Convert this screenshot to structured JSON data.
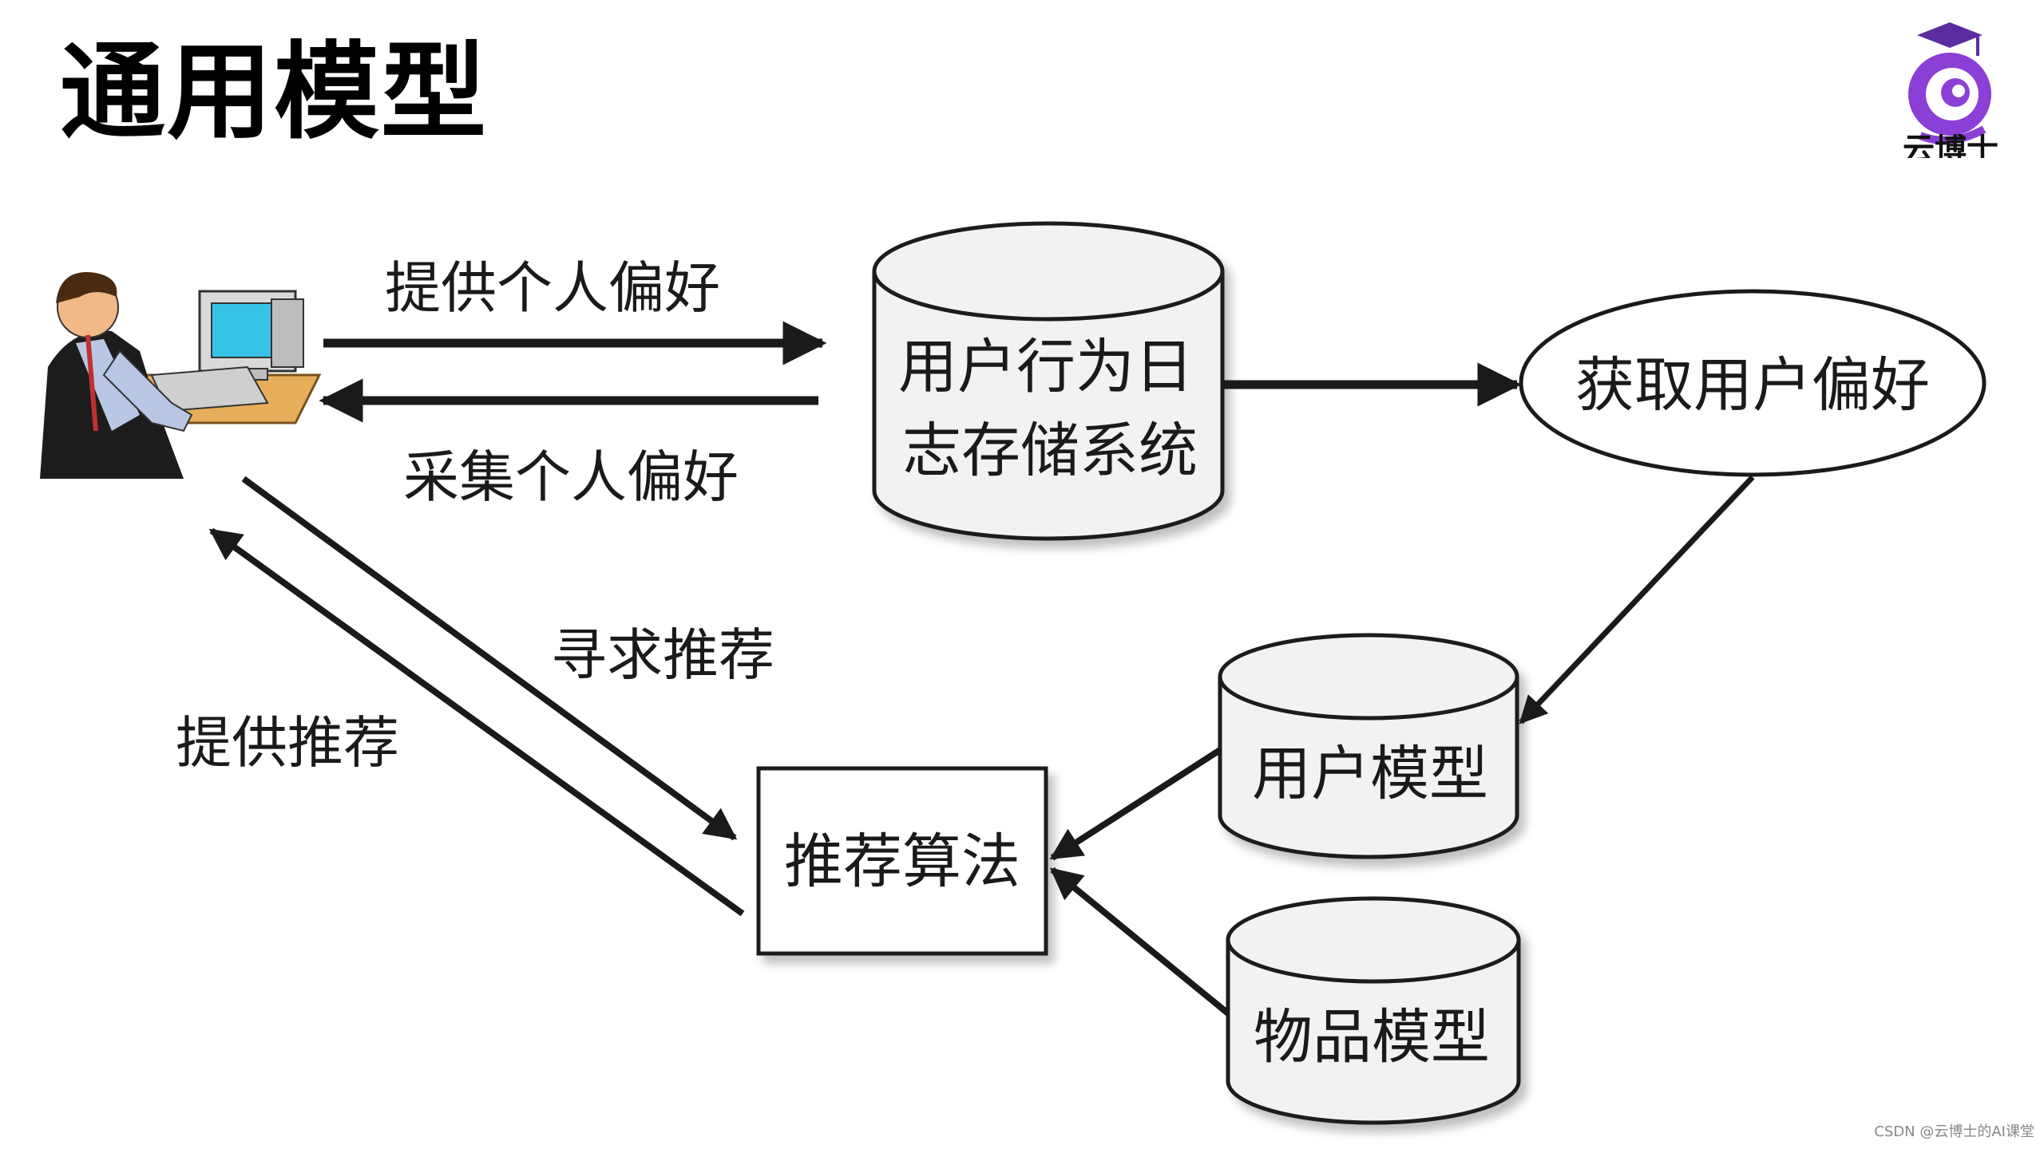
{
  "title": "通用模型",
  "logo": {
    "text": "云博士",
    "colors": {
      "primary": "#8b3fd6",
      "secondary": "#5a2ca0"
    }
  },
  "nodes": {
    "log_storage": {
      "line1": "用户行为日",
      "line2": "志存储系统"
    },
    "get_preference": "获取用户偏好",
    "user_model": "用户模型",
    "item_model": "物品模型",
    "algorithm": "推荐算法"
  },
  "edges": {
    "provide_preference": "提供个人偏好",
    "collect_preference": "采集个人偏好",
    "seek_recommendation": "寻求推荐",
    "provide_recommendation": "提供推荐"
  },
  "watermark": "CSDN @云博士的AI课堂",
  "icons": {
    "user": "user-at-computer-icon"
  }
}
